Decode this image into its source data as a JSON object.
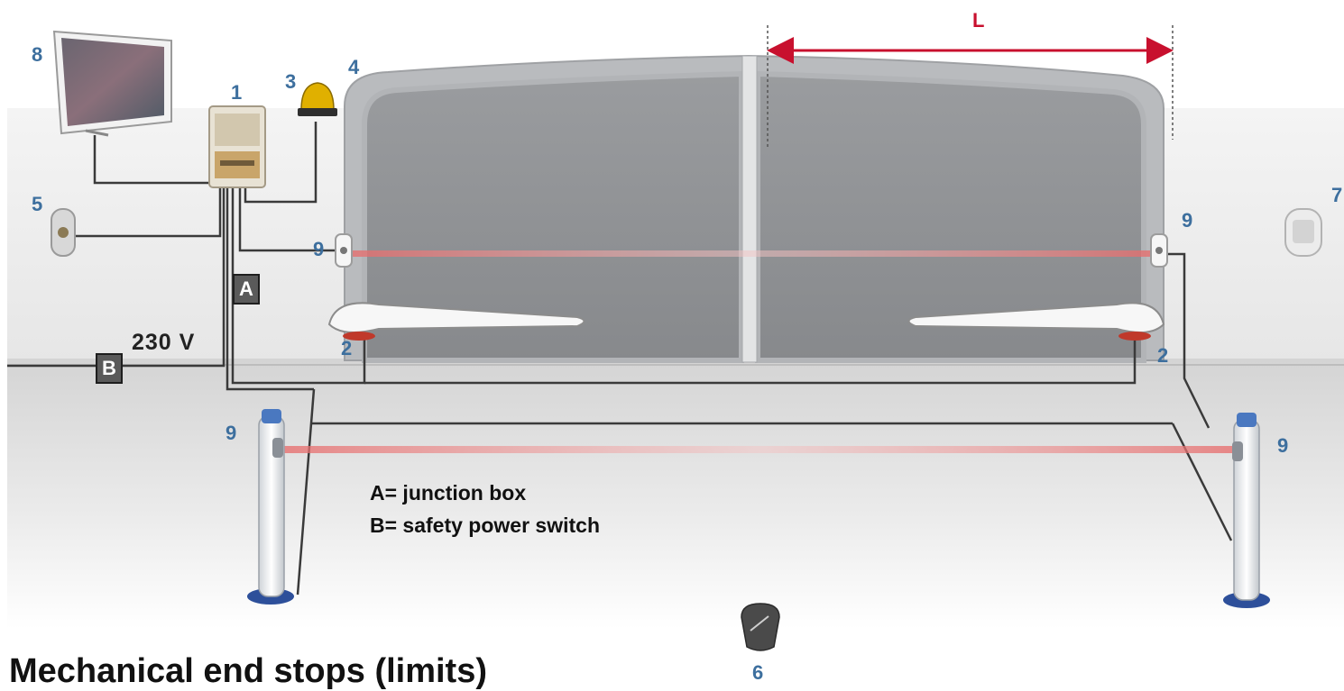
{
  "labels": {
    "control_unit": "1",
    "motor": "2",
    "flashing_light": "3",
    "antenna": "4",
    "key_switch": "5",
    "remote": "6",
    "keypad": "7",
    "solar_panel": "8",
    "photocell": "9"
  },
  "tags": {
    "junction_box": "A",
    "safety_switch": "B"
  },
  "voltage": "230 V",
  "dimension_label": "L",
  "legend": {
    "line_a": "A= junction box",
    "line_b": "B= safety power switch"
  },
  "heading": "Mechanical end stops (limits)",
  "colors": {
    "label_blue": "#3d6f9e",
    "dimension_red": "#c8102e",
    "beam_red": "#e76a6a",
    "gate_gray": "#8f9194"
  }
}
